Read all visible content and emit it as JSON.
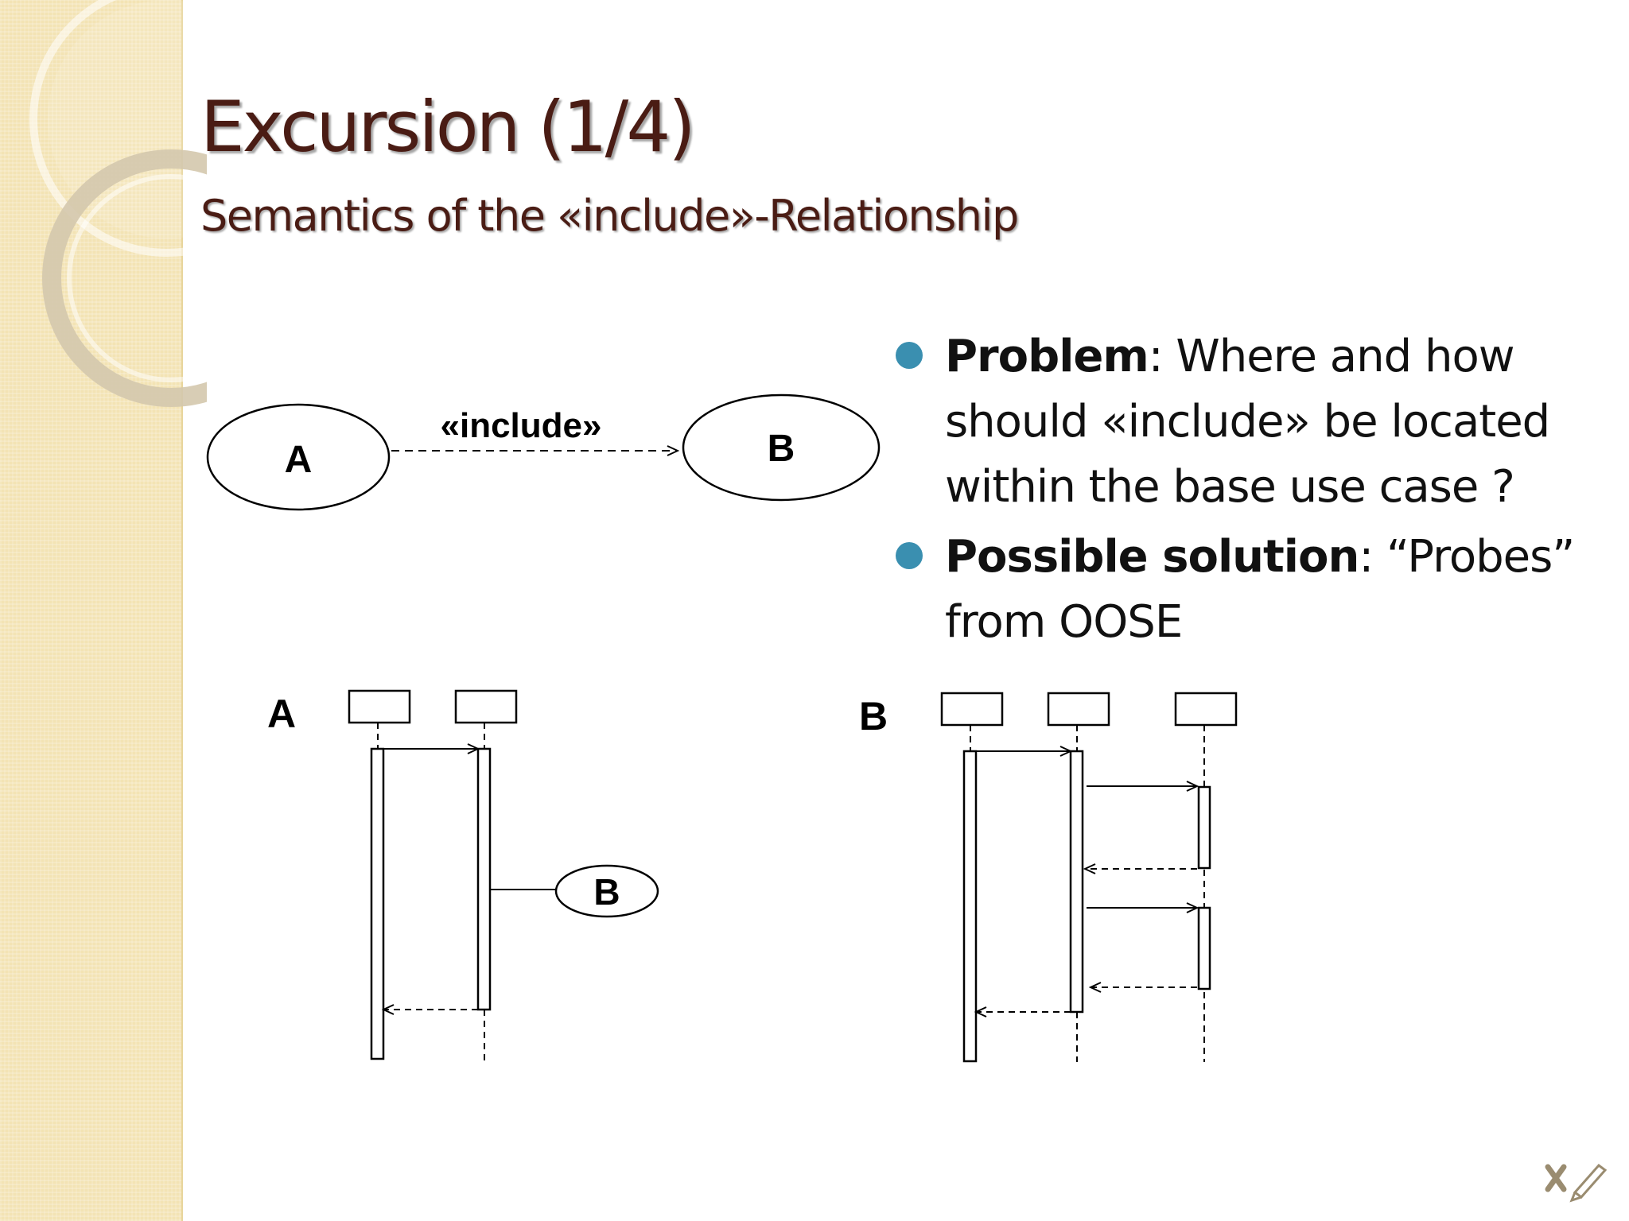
{
  "slide": {
    "title": "Excursion (1/4)",
    "subtitle": "Semantics of the «include»-Relationship"
  },
  "bullets": [
    {
      "term": "Problem",
      "sep": ":",
      "text": " Where and how should «include» be located within the base use case ?"
    },
    {
      "term": "Possible solution",
      "sep": ":",
      "text": " “Probes” from OOSE"
    }
  ],
  "use_case_diagram": {
    "left_label": "A",
    "right_label": "B",
    "relation_label": "«include»"
  },
  "sequence_a": {
    "label": "A",
    "ref_label": "B"
  },
  "sequence_b": {
    "label": "B"
  },
  "nav": {
    "close_icon": "close-icon",
    "pen_icon": "pen-icon"
  }
}
